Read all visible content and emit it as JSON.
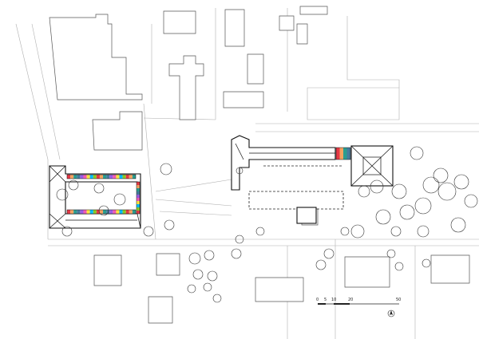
{
  "scale_bar": {
    "ticks": [
      "0",
      "5",
      "10",
      "20",
      "50"
    ],
    "tick_values": [
      0,
      5,
      10,
      20,
      50
    ]
  },
  "colors": {
    "accent_strip": [
      "#e63946",
      "#f4a261",
      "#2a9d8f",
      "#457b9d",
      "#9b5de5",
      "#f15bb5",
      "#fee440",
      "#00bbf9",
      "#8ac926"
    ],
    "line": "#111111",
    "context": "#555555"
  },
  "icons": [
    "north-arrow-icon"
  ]
}
